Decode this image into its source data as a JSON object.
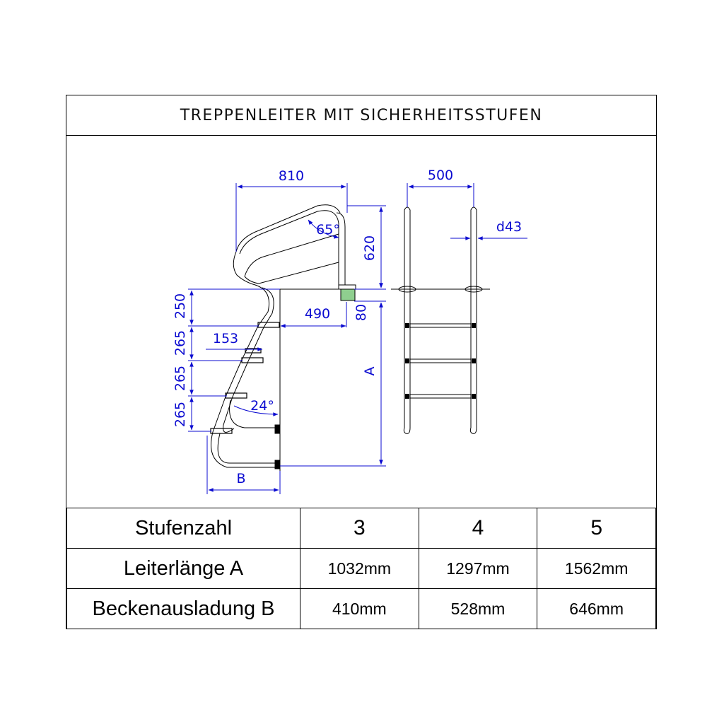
{
  "title": "TREPPENLEITER MIT SICHERHEITSSTUFEN",
  "drawing": {
    "dims": {
      "width_top": "810",
      "angle_top": "65°",
      "height_rail": "620",
      "offset": "490",
      "offset_small": "80",
      "length_a": "A",
      "step_depth": "153",
      "angle_bottom": "24°",
      "reach_b": "B",
      "step_spacings": [
        "250",
        "265",
        "265",
        "265"
      ],
      "front_width": "500",
      "tube_diameter": "d43"
    },
    "colors": {
      "dimension": "#0b0bd0",
      "outline": "#000000",
      "flange": "#8fcf8f"
    }
  },
  "table": {
    "row_labels": [
      "Stufenzahl",
      "Leiterlänge  A",
      "Beckenausladung B"
    ],
    "step_counts": [
      "3",
      "4",
      "5"
    ],
    "ladder_lengths": [
      "1032mm",
      "1297mm",
      "1562mm"
    ],
    "pool_reach": [
      "410mm",
      "528mm",
      "646mm"
    ]
  }
}
